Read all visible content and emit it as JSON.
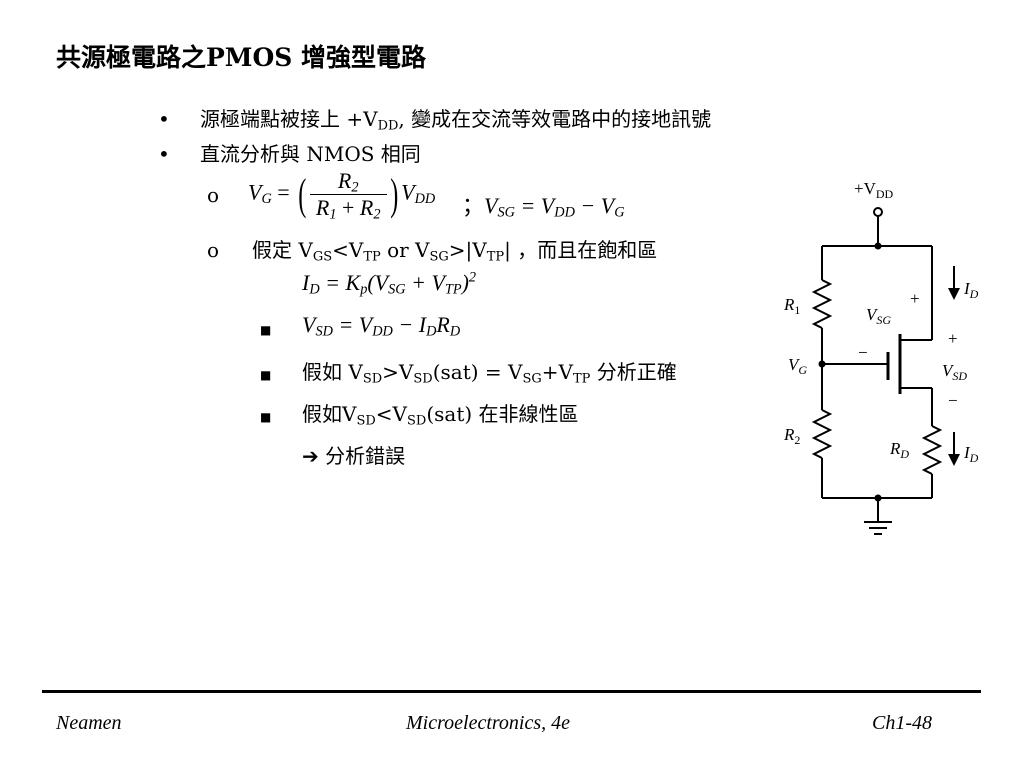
{
  "slide": {
    "title": "共源極電路之PMOS 增強型電路",
    "bullet1": {
      "marker": "•",
      "text_a": "源極端點被接上 +V",
      "sub_a": "DD",
      "text_b": ", 變成在交流等效電路中的接地訊號"
    },
    "bullet2": {
      "marker": "•",
      "text": "直流分析與 NMOS 相同"
    },
    "eq1": {
      "marker": "o",
      "lhs": "V",
      "lhs_sub": "G",
      "equals": "=",
      "num": "R",
      "num_sub": "2",
      "den_a": "R",
      "den_a_sub": "1",
      "den_plus": "+",
      "den_b": "R",
      "den_b_sub": "2",
      "lparen": "(",
      "rparen": ")",
      "tail": "V",
      "tail_sub": "DD",
      "sep": "；",
      "rhs": "V",
      "rhs_sub": "SG",
      "rhs_eq": "= V",
      "rhs_sub2": "DD",
      "rhs_minus": "− V",
      "rhs_sub3": "G"
    },
    "assume": {
      "marker": "o",
      "text_a": "假定 V",
      "sub_a": "GS",
      "text_b": "<V",
      "sub_b": "TP",
      "text_c": " or V",
      "sub_c": "SG",
      "text_d": ">|V",
      "sub_d": "TP",
      "text_e": "| ，而且在飽和區"
    },
    "eq2": {
      "a": "I",
      "a_sub": "D",
      "b": " = K",
      "b_sub": "p",
      "c": "(V",
      "c_sub": "SG",
      "d": " + V",
      "d_sub": "TP",
      "e": ")",
      "sup": "2"
    },
    "sub1": {
      "marker": "■",
      "a": "V",
      "a_sub": "SD",
      "b": " = V",
      "b_sub": "DD",
      "c": " − I",
      "c_sub": "D",
      "d": "R",
      "d_sub": "D"
    },
    "sub2": {
      "marker": "■",
      "text_a": "假如 V",
      "sub_a": "SD",
      "text_b": ">V",
      "sub_b": "SD",
      "text_c": "(sat) = V",
      "sub_c": "SG",
      "text_d": "+V",
      "sub_d": "TP",
      "text_e": " 分析正確"
    },
    "sub3": {
      "marker": "■",
      "text_a": "假如V",
      "sub_a": "SD",
      "text_b": "<V",
      "sub_b": "SD",
      "text_c": "(sat) 在非線性區"
    },
    "arrow_line": {
      "arrow": "➔",
      "text": " 分析錯誤"
    }
  },
  "circuit": {
    "vdd_label": "+V",
    "vdd_sub": "DD",
    "r1": "R",
    "r1_sub": "1",
    "r2": "R",
    "r2_sub": "2",
    "rd": "R",
    "rd_sub": "D",
    "vg": "V",
    "vg_sub": "G",
    "vsg": "V",
    "vsg_sub": "SG",
    "vsd": "V",
    "vsd_sub": "SD",
    "id_top": "I",
    "id_top_sub": "D",
    "id_bot": "I",
    "id_bot_sub": "D",
    "plus1": "+",
    "minus1": "−",
    "plus2": "+",
    "minus2": "−"
  },
  "footer": {
    "left": "Neamen",
    "center": "Microelectronics, 4e",
    "right": "Ch1-48"
  }
}
